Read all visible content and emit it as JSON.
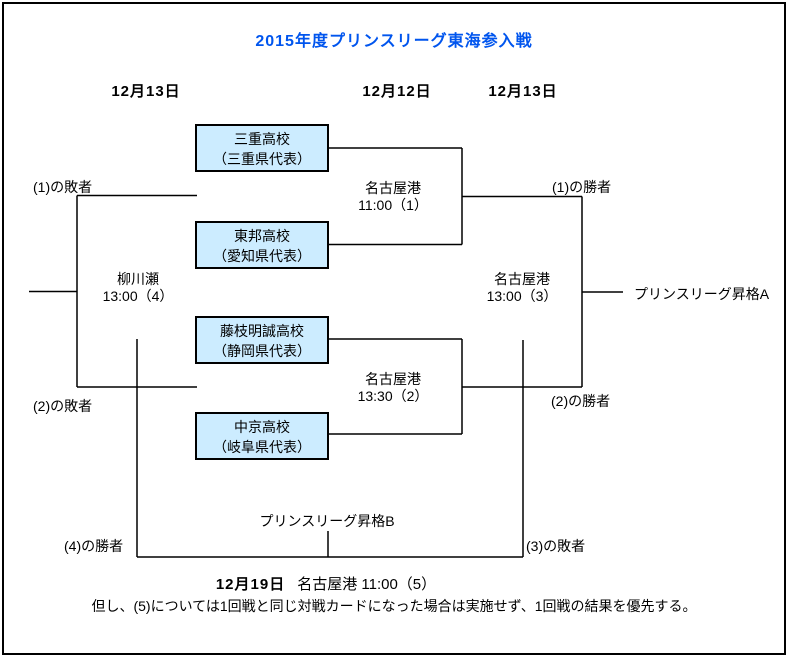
{
  "title": "2015年度プリンスリーグ東海参入戦",
  "columns": {
    "left_date": "12月13日",
    "middle_date": "12月12日",
    "right_date": "12月13日"
  },
  "teams": [
    {
      "name": "三重高校",
      "rep": "（三重県代表）"
    },
    {
      "name": "東邦高校",
      "rep": "（愛知県代表）"
    },
    {
      "name": "藤枝明誠高校",
      "rep": "（静岡県代表）"
    },
    {
      "name": "中京高校",
      "rep": "（岐阜県代表）"
    }
  ],
  "matches": {
    "m1": {
      "venue": "名古屋港",
      "time": "11:00（1）"
    },
    "m2": {
      "venue": "名古屋港",
      "time": "13:30（2）"
    },
    "m3": {
      "venue": "名古屋港",
      "time": "13:00（3）"
    },
    "m4": {
      "venue": "柳川瀬",
      "time": "13:00（4）"
    }
  },
  "labels": {
    "loser1": "(1)の敗者",
    "loser2": "(2)の敗者",
    "winner1": "(1)の勝者",
    "winner2": "(2)の勝者",
    "winner4": "(4)の勝者",
    "loser3": "(3)の敗者",
    "promotion_a": "プリンスリーグ昇格A",
    "promotion_b": "プリンスリーグ昇格B"
  },
  "final_match": {
    "date": "12月19日",
    "venue_time": "名古屋港 11:00（5）"
  },
  "note": "但し、(5)については1回戦と同じ対戦カードになった場合は実施せず、1回戦の結果を優先する。",
  "colors": {
    "title": "#0055EE",
    "box_fill": "#CCECFF",
    "line": "#000000"
  }
}
